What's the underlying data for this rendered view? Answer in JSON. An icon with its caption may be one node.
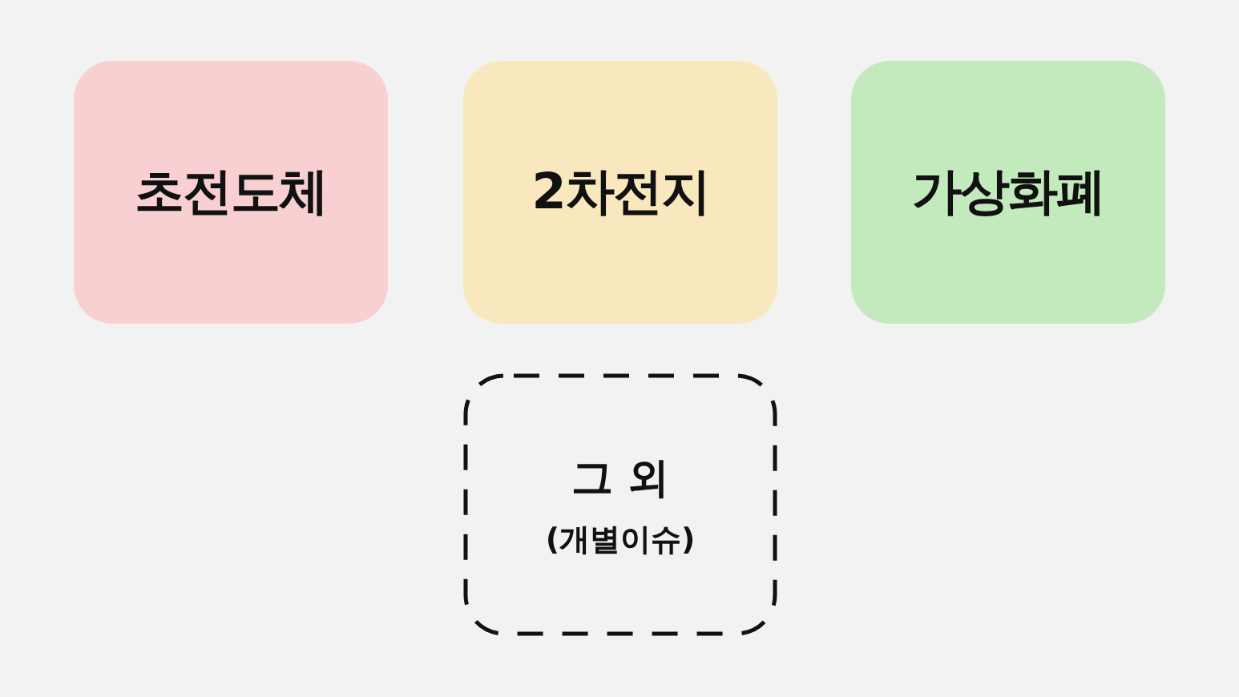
{
  "diagram": {
    "nodes": [
      {
        "text": [
          "초전도체"
        ]
      },
      {
        "text": [
          "2차전지"
        ]
      },
      {
        "text": [
          "가상화폐"
        ]
      },
      {
        "text": [
          "그 외",
          "(개별이슈)"
        ]
      }
    ]
  }
}
